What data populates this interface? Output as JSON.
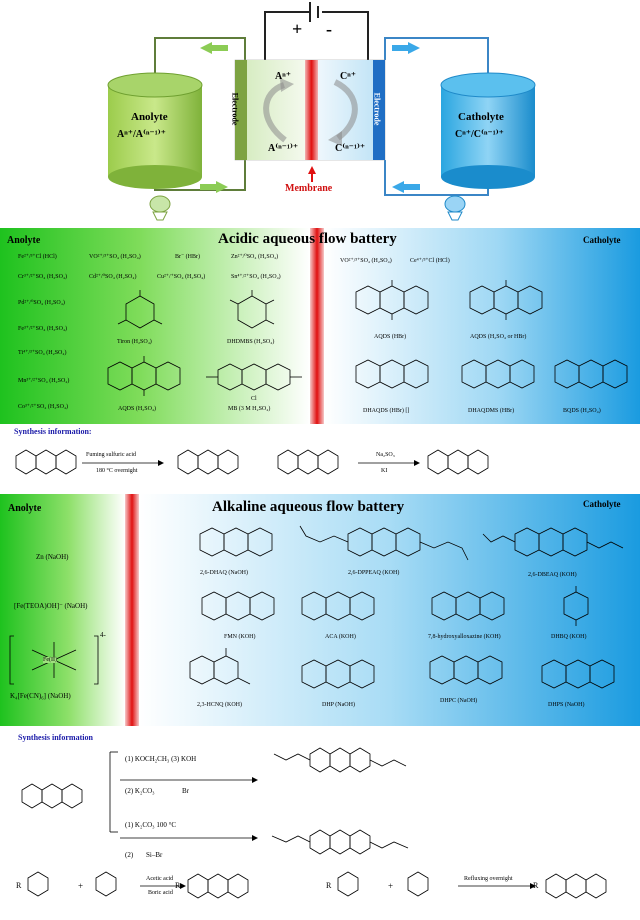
{
  "schematic": {
    "plus": "+",
    "minus": "-",
    "anolyte_title": "Anolyte",
    "anolyte_couple": "Aⁿ⁺/A⁽ⁿ⁻¹⁾⁺",
    "catholyte_title": "Catholyte",
    "catholyte_couple": "Cⁿ⁺/C⁽ⁿ⁻¹⁾⁺",
    "electrode_left": "Electrode",
    "electrode_right": "Electrode",
    "a_top": "Aⁿ⁺",
    "a_bottom": "A⁽ⁿ⁻¹⁾⁺",
    "c_top": "Cⁿ⁺",
    "c_bottom": "C⁽ⁿ⁻¹⁾⁺",
    "membrane": "Membrane"
  },
  "acidic": {
    "title": "Acidic aqueous flow battery",
    "anolyte": "Anolyte",
    "catholyte": "Catholyte",
    "anolyte_col1": [
      "Fe²⁺/³⁺Cl (HCl)",
      "Cr³⁺/²⁺SO₄ (H₂SO₄)",
      "Pd²⁺/⁰SO₄ (H₂SO₄)",
      "Fe³⁺/²⁺SO₄ (H₂SO₄)",
      "Ti⁴⁺/³⁺SO₄ (H₂SO₄)",
      "Mn³⁺/²⁺SO₄ (H₂SO₄)",
      "Co³⁺/²⁺SO₄ (H₂SO₄)"
    ],
    "anolyte_col2": [
      "VO²⁺/³⁺SO₄ (H₂SO₄)",
      "Cd²⁺/⁰SO₄ (H₂SO₄)"
    ],
    "anolyte_col3": [
      "Br⁻ (HBr)",
      "Cu²⁺/⁺SO₄ (H₂SO₄)"
    ],
    "anolyte_col4": [
      "Zn²⁺/⁰SO₄ (H₂SO₄)",
      "Sn⁴⁺/²⁺SO₄ (H₂SO₄)"
    ],
    "tiron": "Tiron (H₂SO₄)",
    "dhdmbs": "DHDMBS (H₂SO₄)",
    "aqds": "AQDS (H₂SO₄)",
    "mb": "MB (3 M H₂SO₄)",
    "cl": "Cl",
    "cat_row1": [
      "VO²⁺/³⁺SO₄ (H₂SO₄)",
      "Ce⁴⁺/³⁺Cl (HCl)"
    ],
    "aqds_hbr": "AQDS (HBr)",
    "aqds_mix": "AQDS (H₂SO₄ or HBr)",
    "dhaqds": "DHAQDS (HBr) []",
    "dhaqdms": "DHAQDMS (HBr)",
    "bqds": "BQDS (H₂SO₄)"
  },
  "synth1": {
    "title": "Synthesis information:",
    "cond1": "Fuming sulfuric acid",
    "cond2": "180 °C overnight",
    "cond3": "Na₂SO₃",
    "cond4": "KI"
  },
  "alkaline": {
    "title": "Alkaline aqueous flow battery",
    "anolyte": "Anolyte",
    "catholyte": "Catholyte",
    "zn": "Zn (NaOH)",
    "fe_teoa": "[Fe(TEOA)OH]⁻ (NaOH)",
    "fecn": "K₄[Fe(CN)₆] (NaOH)",
    "charge": "4-",
    "fe_center": "Fe(II)",
    "molecules": [
      "2,6-DHAQ (NaOH)",
      "2,6-DPPEAQ (KOH)",
      "2,6-DBEAQ (KOH)",
      "FMN (KOH)",
      "ACA (KOH)",
      "7,8-hydroxyalloxazine (KOH)",
      "DHBQ (KOH)",
      "2,3-HCNQ (KOH)",
      "DHP (NaOH)",
      "DHPC (NaOH)",
      "DHPS (NaOH)"
    ]
  },
  "synth2": {
    "title": "Synthesis information",
    "r1a": "(1) KOCH₂CH₃  (3) KOH",
    "r1b": "(2) K₂CO₃",
    "r2a": "(1) K₂CO₃  100 °C",
    "r2b": "(2)",
    "br": "Br",
    "sibr": "Si–Br",
    "acetic": "Acetic acid",
    "boric": "Boric acid",
    "reflux": "Refluxing overnight",
    "r": "R",
    "plus": "+"
  }
}
